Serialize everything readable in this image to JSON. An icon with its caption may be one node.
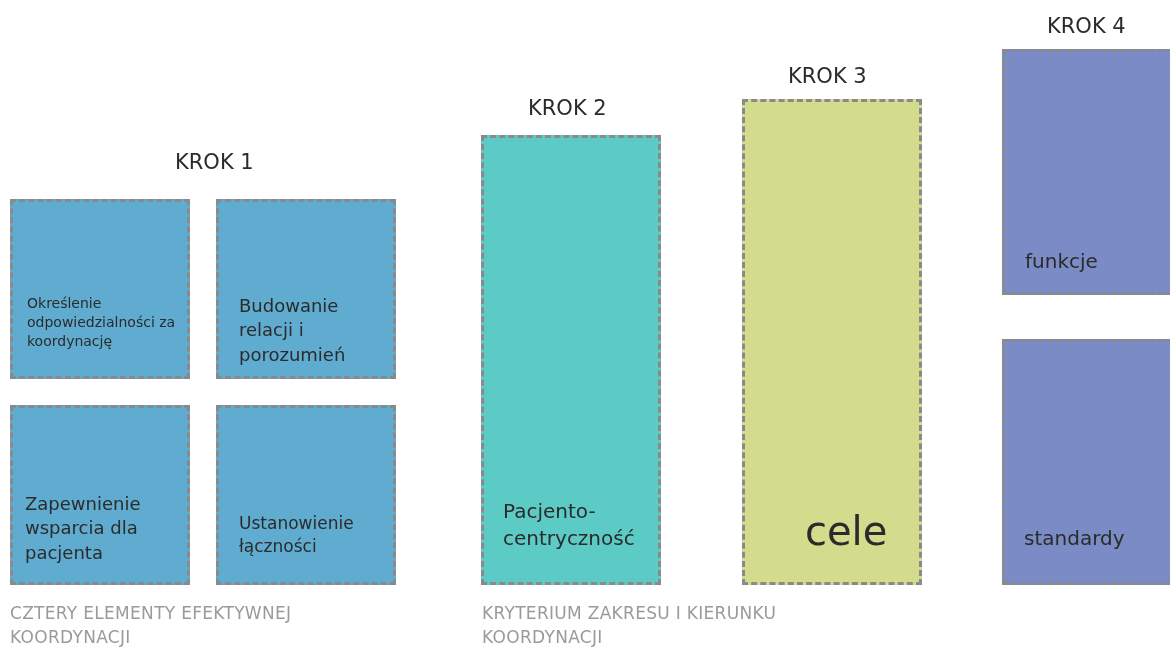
{
  "diagram": {
    "nodes": [
      {
        "text": [
          "Określenie odpowiedzialności za koordynację"
        ]
      },
      {
        "text": [
          "Budowanie relacji i porozumień"
        ]
      },
      {
        "text": [
          "Zapewnienie wsparcia dla pacjenta"
        ]
      },
      {
        "text": [
          "Ustanowienie łączności"
        ]
      },
      {
        "text": [
          "Pacjento-centryczność"
        ]
      },
      {
        "text": [
          "cele"
        ]
      },
      {
        "text": [
          "funkcje"
        ]
      },
      {
        "text": [
          "standardy"
        ]
      }
    ],
    "edges": [],
    "labels": [
      "KROK 4",
      "KROK 3",
      "KROK 2",
      "KROK 1",
      "CZTERY ELEMENTY EFEKTYWNEJ KOORDYNACJI",
      "KRYTERIUM ZAKRESU I KIERUNKU KOORDYNACJI"
    ]
  }
}
